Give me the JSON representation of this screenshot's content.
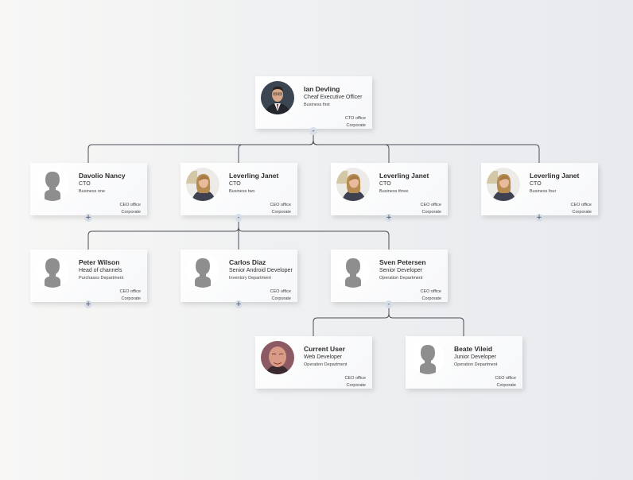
{
  "nodes": [
    {
      "id": "ian",
      "name": "Ian Devling",
      "title": "Cheaf Executive Officer",
      "dept": "Business first",
      "office": "CTO office",
      "corp": "Corporate",
      "avatar": "photo-man-suit",
      "toggle": "-"
    },
    {
      "id": "davolio",
      "name": "Davolio Nancy",
      "title": "CTO",
      "dept": "Business one",
      "office": "CEO office",
      "corp": "Corporate",
      "avatar": "placeholder-silhouette",
      "toggle": "+"
    },
    {
      "id": "lev2",
      "name": "Leverling Janet",
      "title": "CTO",
      "dept": "Business two",
      "office": "CEO office",
      "corp": "Corporate",
      "avatar": "photo-woman",
      "toggle": "-"
    },
    {
      "id": "lev3",
      "name": "Leverling Janet",
      "title": "CTO",
      "dept": "Business three",
      "office": "CEO office",
      "corp": "Corporate",
      "avatar": "photo-woman",
      "toggle": "+"
    },
    {
      "id": "lev4",
      "name": "Leverling Janet",
      "title": "CTO",
      "dept": "Business four",
      "office": "CEO office",
      "corp": "Corporate",
      "avatar": "photo-woman",
      "toggle": "+"
    },
    {
      "id": "peter",
      "name": "Peter Wilson",
      "title": "Head of channels",
      "dept": "Purchases Department",
      "office": "CEO office",
      "corp": "Corporate",
      "avatar": "placeholder-silhouette",
      "toggle": "+"
    },
    {
      "id": "carlos",
      "name": "Carlos Diaz",
      "title": "Senior Android Developer",
      "dept": "Inventory Department",
      "office": "CEO office",
      "corp": "Corporate",
      "avatar": "placeholder-silhouette",
      "toggle": "+"
    },
    {
      "id": "sven",
      "name": "Sven Petersen",
      "title": "Senior Developer",
      "dept": "Operation Department",
      "office": "CEO office",
      "corp": "Corporate",
      "avatar": "placeholder-silhouette",
      "toggle": "-"
    },
    {
      "id": "current",
      "name": "Current User",
      "title": "Web Developer",
      "dept": "Operation Department",
      "office": "CEO office",
      "corp": "Corporate",
      "avatar": "photo-man-bald",
      "toggle": ""
    },
    {
      "id": "beate",
      "name": "Beate Vileid",
      "title": "Junior Developer",
      "dept": "Operation Department",
      "office": "CEO office",
      "corp": "Corporate",
      "avatar": "placeholder-silhouette",
      "toggle": ""
    }
  ],
  "edges": [
    [
      "ian",
      "davolio"
    ],
    [
      "ian",
      "lev2"
    ],
    [
      "ian",
      "lev3"
    ],
    [
      "ian",
      "lev4"
    ],
    [
      "lev2",
      "peter"
    ],
    [
      "lev2",
      "carlos"
    ],
    [
      "lev2",
      "sven"
    ],
    [
      "sven",
      "current"
    ],
    [
      "sven",
      "beate"
    ]
  ],
  "colors": {
    "link": "#4a4f57",
    "toggle_bg": "#d8dee8",
    "name_text": "#2d2d2d"
  }
}
